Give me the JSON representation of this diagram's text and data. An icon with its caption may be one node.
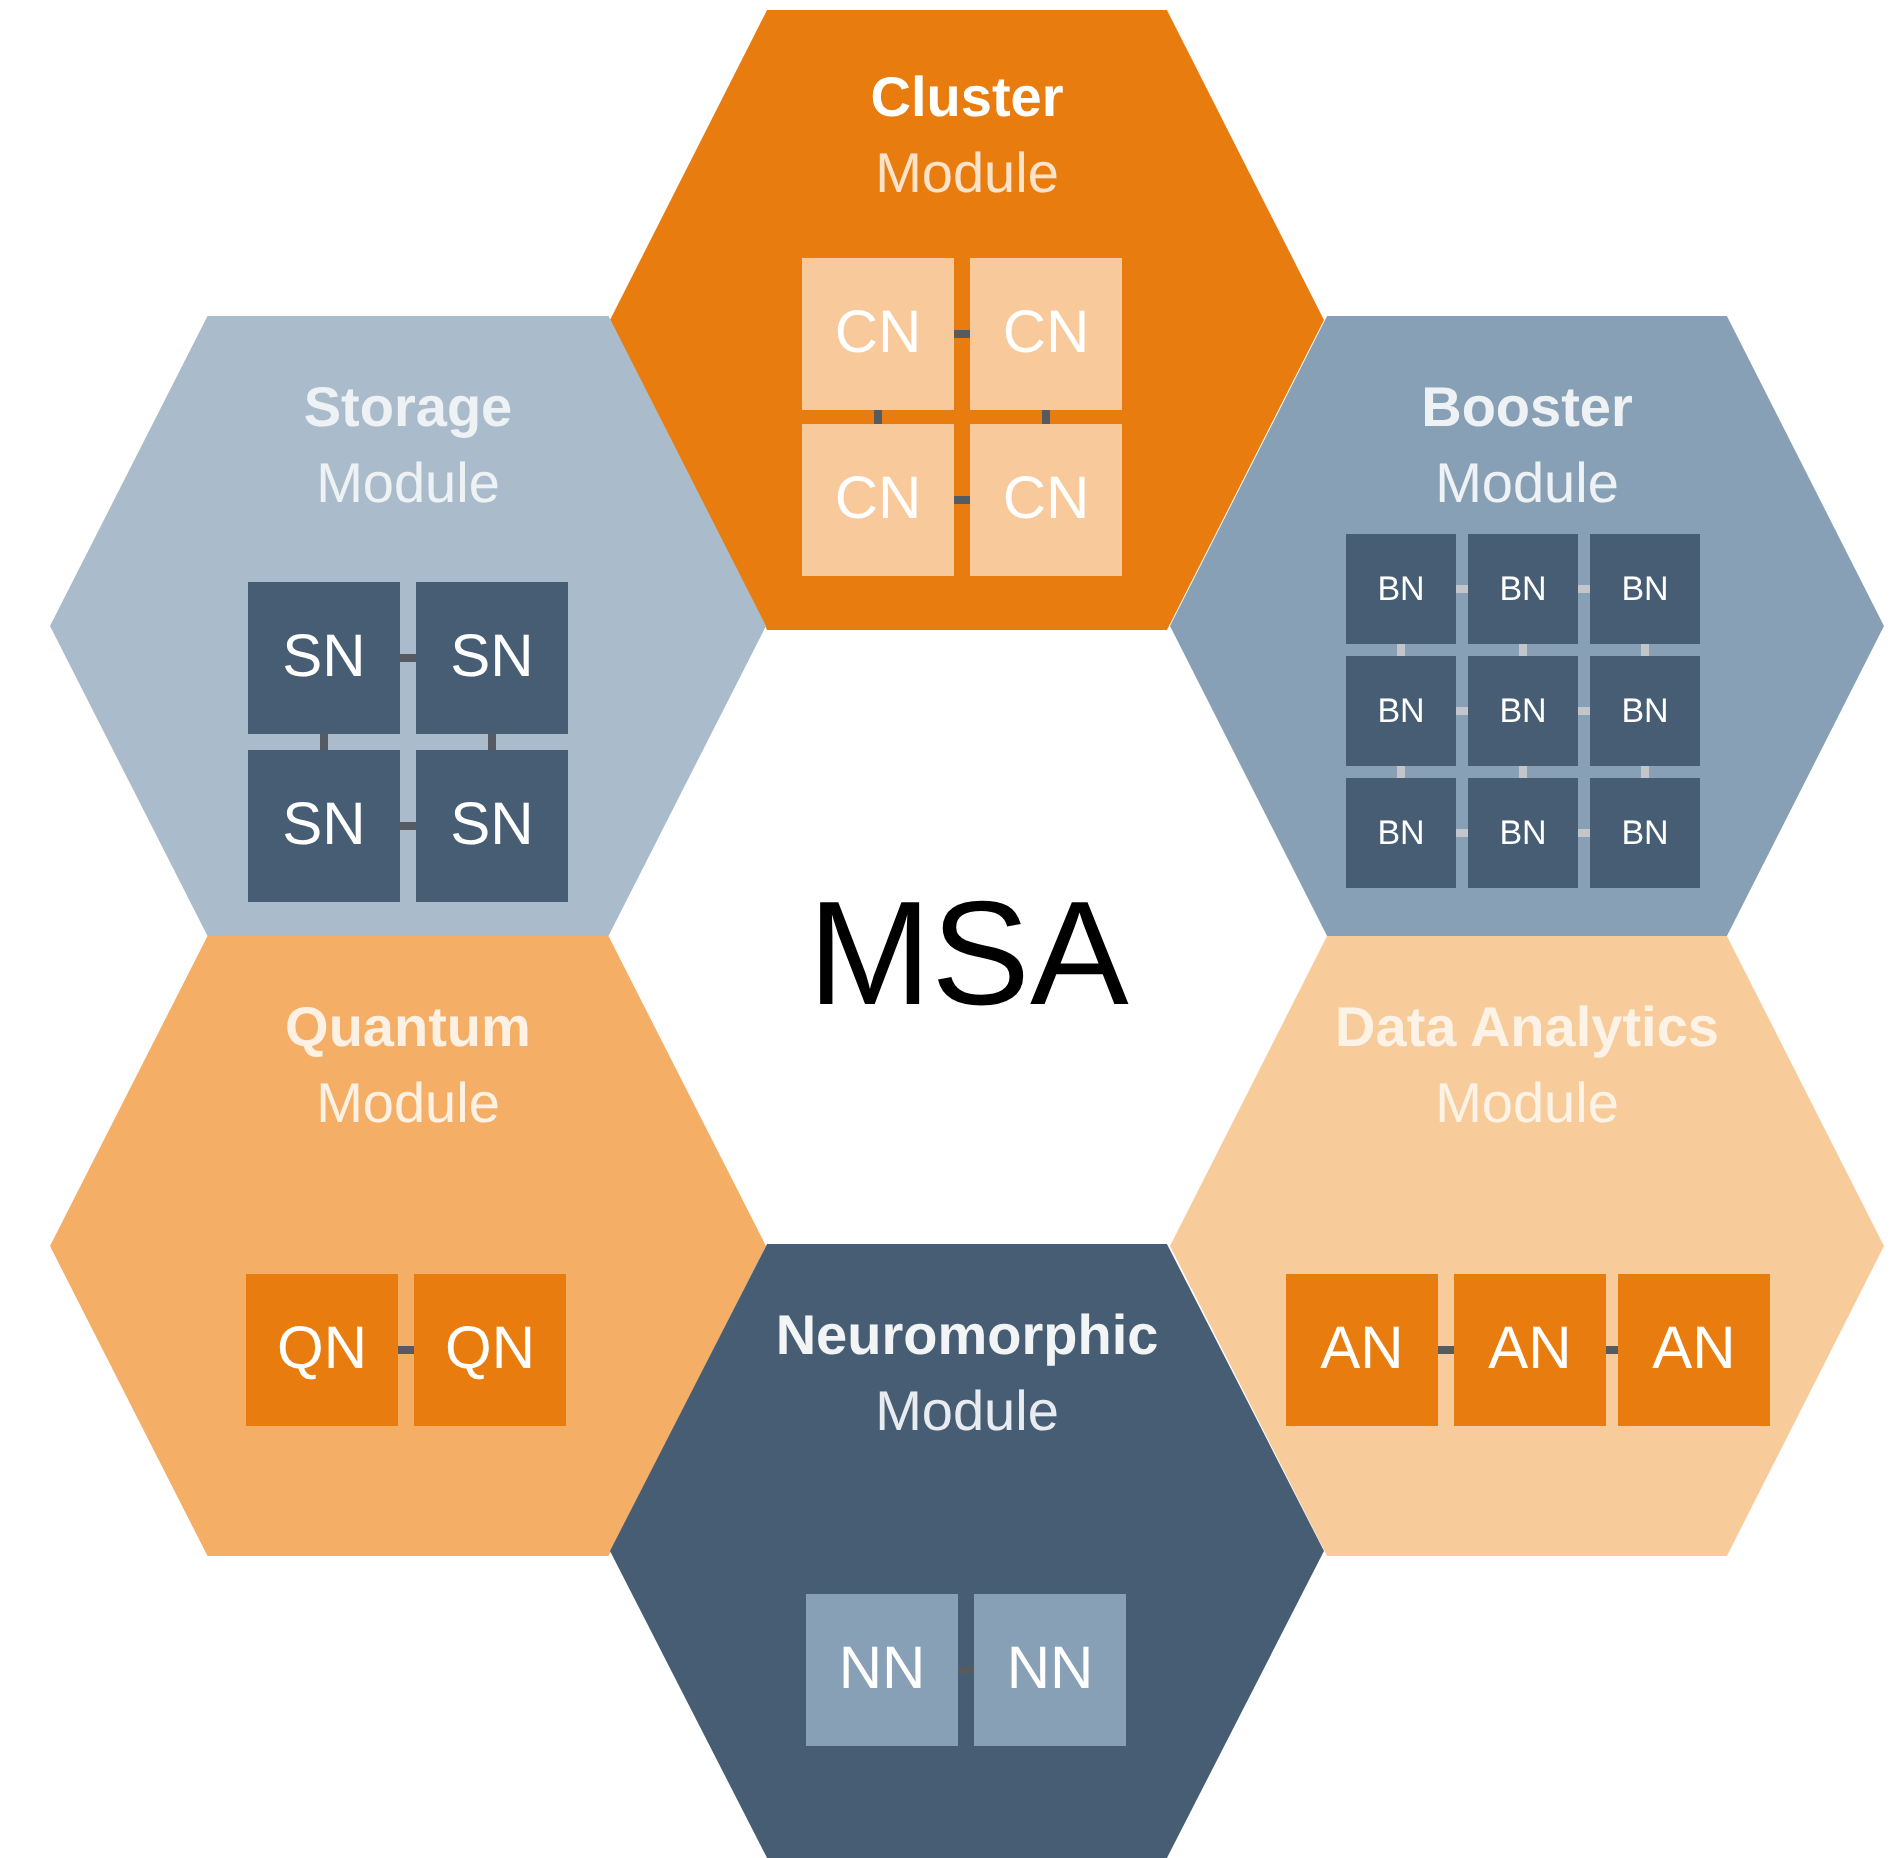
{
  "diagram": {
    "nodes": [
      {
        "text": [
          "Cluster",
          "Module"
        ]
      },
      {
        "text": [
          "CN"
        ],
        "in": 0
      },
      {
        "text": [
          "CN"
        ],
        "in": 0
      },
      {
        "text": [
          "CN"
        ],
        "in": 0
      },
      {
        "text": [
          "CN"
        ],
        "in": 0
      },
      {
        "text": [
          "Storage",
          "Module"
        ]
      },
      {
        "text": [
          "SN"
        ],
        "in": 5
      },
      {
        "text": [
          "SN"
        ],
        "in": 5
      },
      {
        "text": [
          "SN"
        ],
        "in": 5
      },
      {
        "text": [
          "SN"
        ],
        "in": 5
      },
      {
        "text": [
          "Booster",
          "Module"
        ]
      },
      {
        "text": [
          "BN"
        ],
        "in": 10
      },
      {
        "text": [
          "BN"
        ],
        "in": 10
      },
      {
        "text": [
          "BN"
        ],
        "in": 10
      },
      {
        "text": [
          "BN"
        ],
        "in": 10
      },
      {
        "text": [
          "BN"
        ],
        "in": 10
      },
      {
        "text": [
          "BN"
        ],
        "in": 10
      },
      {
        "text": [
          "BN"
        ],
        "in": 10
      },
      {
        "text": [
          "BN"
        ],
        "in": 10
      },
      {
        "text": [
          "BN"
        ],
        "in": 10
      },
      {
        "text": [
          "Quantum",
          "Module"
        ]
      },
      {
        "text": [
          "QN"
        ],
        "in": 20
      },
      {
        "text": [
          "QN"
        ],
        "in": 20
      },
      {
        "text": [
          "Data Analytics",
          "Module"
        ]
      },
      {
        "text": [
          "AN"
        ],
        "in": 23
      },
      {
        "text": [
          "AN"
        ],
        "in": 23
      },
      {
        "text": [
          "AN"
        ],
        "in": 23
      },
      {
        "text": [
          "Neuromorphic",
          "Module"
        ]
      },
      {
        "text": [
          "NN"
        ],
        "in": 27
      },
      {
        "text": [
          "NN"
        ],
        "in": 27
      }
    ],
    "edges": [
      {
        "from": 1,
        "to": 2,
        "arrow": "none"
      },
      {
        "from": 1,
        "to": 3,
        "arrow": "none"
      },
      {
        "from": 2,
        "to": 4,
        "arrow": "none"
      },
      {
        "from": 3,
        "to": 4,
        "arrow": "none"
      },
      {
        "from": 6,
        "to": 7,
        "arrow": "none"
      },
      {
        "from": 6,
        "to": 8,
        "arrow": "none"
      },
      {
        "from": 7,
        "to": 9,
        "arrow": "none"
      },
      {
        "from": 8,
        "to": 9,
        "arrow": "none"
      },
      {
        "from": 11,
        "to": 12,
        "arrow": "none",
        "color": "#c2c6ca"
      },
      {
        "from": 12,
        "to": 13,
        "arrow": "none",
        "color": "#c2c6ca"
      },
      {
        "from": 14,
        "to": 15,
        "arrow": "none",
        "color": "#c2c6ca"
      },
      {
        "from": 15,
        "to": 16,
        "arrow": "none",
        "color": "#c2c6ca"
      },
      {
        "from": 17,
        "to": 18,
        "arrow": "none",
        "color": "#c2c6ca"
      },
      {
        "from": 18,
        "to": 19,
        "arrow": "none",
        "color": "#c2c6ca"
      },
      {
        "from": 11,
        "to": 14,
        "arrow": "none",
        "color": "#c2c6ca"
      },
      {
        "from": 12,
        "to": 15,
        "arrow": "none",
        "color": "#c2c6ca"
      },
      {
        "from": 13,
        "to": 16,
        "arrow": "none",
        "color": "#c2c6ca"
      },
      {
        "from": 14,
        "to": 17,
        "arrow": "none",
        "color": "#c2c6ca"
      },
      {
        "from": 15,
        "to": 18,
        "arrow": "none",
        "color": "#c2c6ca"
      },
      {
        "from": 16,
        "to": 19,
        "arrow": "none",
        "color": "#c2c6ca"
      },
      {
        "from": 21,
        "to": 22,
        "arrow": "none"
      },
      {
        "from": 24,
        "to": 25,
        "arrow": "none"
      },
      {
        "from": 25,
        "to": 26,
        "arrow": "none"
      },
      {
        "from": 28,
        "to": 29,
        "arrow": "none"
      }
    ],
    "labels": [
      "MSA"
    ]
  }
}
